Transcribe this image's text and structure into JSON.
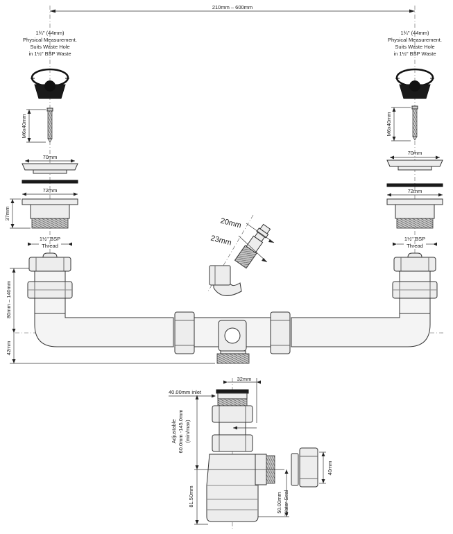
{
  "overall_width": "210mm – 600mm",
  "left_waste": {
    "note_line1": "1¾\" (44mm)",
    "note_line2": "Physical Measurement.",
    "note_line3": "Suits Waste Hole",
    "note_line4": "in 1½\" BSP Waste",
    "screw": "M6x40mm",
    "flange_top": "70mm",
    "flange_body": "72mm",
    "body_height": "37mm",
    "thread_line1": "1½\" BSP",
    "thread_line2": "Thread",
    "height_adjust": "80mm – 140mm",
    "pipe_drop": "42mm"
  },
  "right_waste": {
    "note_line1": "1¾\" (44mm)",
    "note_line2": "Physical Measurement.",
    "note_line3": "Suits Waste Hole",
    "note_line4": "in 1½\" BSP Waste",
    "screw": "M6x40mm",
    "flange_top": "70mm",
    "flange_body": "72mm",
    "thread_line1": "1½\" BSP",
    "thread_line2": "Thread"
  },
  "spigot": {
    "dim_20": "20mm",
    "dim_23": "23mm"
  },
  "trap": {
    "inlet": "40.00mm inlet",
    "top_width": "32mm",
    "adjustable_line1": "Adjustable",
    "adjustable_line2": "60.0mm -145.0mm",
    "adjustable_line3": "(min/max)",
    "bottom_height": "81.50mm",
    "water_seal_line1": "50.00mm",
    "water_seal_line2": "Water Seal",
    "outlet": "40mm"
  }
}
